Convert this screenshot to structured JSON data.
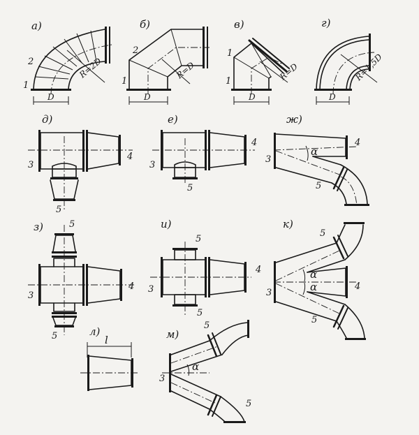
{
  "panels": {
    "a": {
      "letter": "а)",
      "radius": "R=2D",
      "diam": "D",
      "n1": "1",
      "n2": "2"
    },
    "b": {
      "letter": "б)",
      "radius": "R=D",
      "diam": "D",
      "n1": "1",
      "n2": "2"
    },
    "v": {
      "letter": "в)",
      "radius": "R=D",
      "diam": "D",
      "n1": "1",
      "n2": "1"
    },
    "g": {
      "letter": "г)",
      "radius": "R=1,5D",
      "diam": "D"
    },
    "d": {
      "letter": "д)",
      "n3": "3",
      "n4": "4",
      "n5": "5"
    },
    "e": {
      "letter": "е)",
      "n3": "3",
      "n4": "4",
      "n5": "5"
    },
    "zh": {
      "letter": "ж)",
      "n3": "3",
      "n4": "4",
      "n5": "5",
      "angle": "α"
    },
    "z": {
      "letter": "з)",
      "n3": "3",
      "n4": "4",
      "n5top": "5",
      "n5bot": "5"
    },
    "i": {
      "letter": "и)",
      "n3": "3",
      "n4": "4",
      "n5top": "5",
      "n5bot": "5"
    },
    "k": {
      "letter": "к)",
      "n3": "3",
      "n4": "4",
      "n5top": "5",
      "n5bot": "5",
      "angle1": "α",
      "angle2": "α"
    },
    "l": {
      "letter": "л)",
      "length": "l"
    },
    "m": {
      "letter": "м)",
      "n3": "3",
      "n5top": "5",
      "n5bot": "5",
      "angle": "α"
    }
  }
}
